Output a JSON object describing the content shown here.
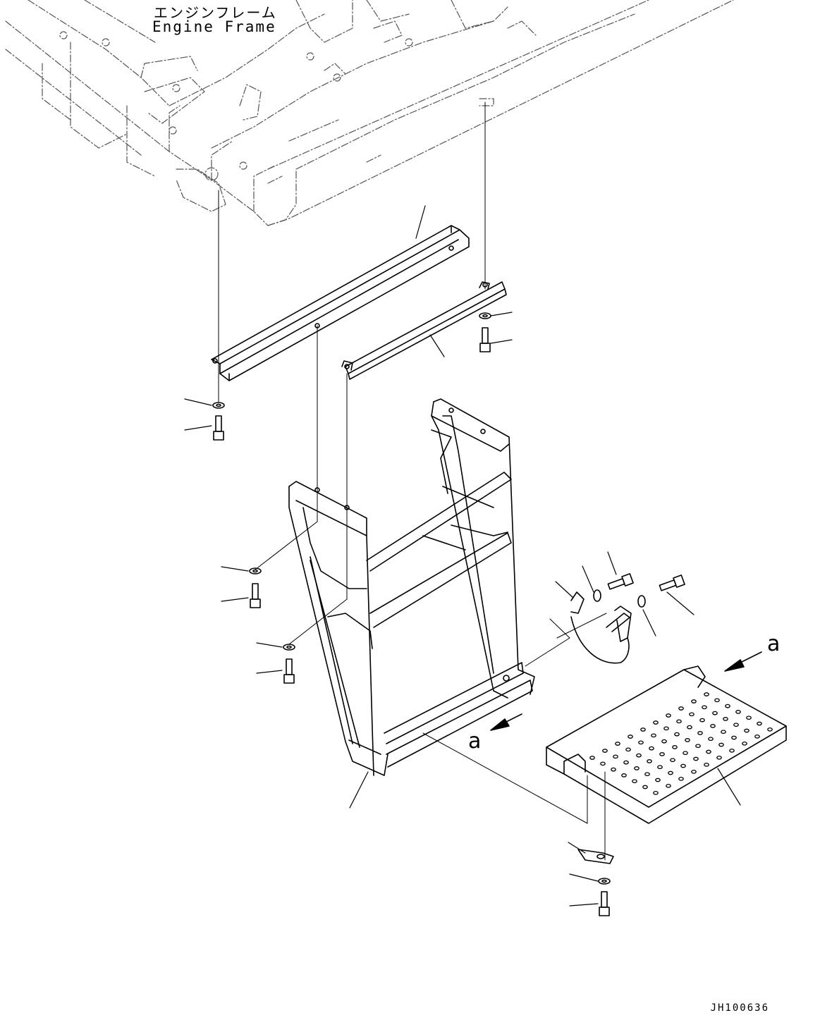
{
  "labels": {
    "engine_frame_jp": "エンジンフレーム",
    "engine_frame_en": "Engine Frame",
    "view_a_upper": "a",
    "view_a_lower": "a",
    "drawing_code": "JH100636"
  },
  "icons": [
    "washer-icon",
    "bolt-icon",
    "perforated-step-icon"
  ],
  "colors": {
    "line": "#000000",
    "phantom_line": "#555555",
    "background": "#ffffff"
  }
}
